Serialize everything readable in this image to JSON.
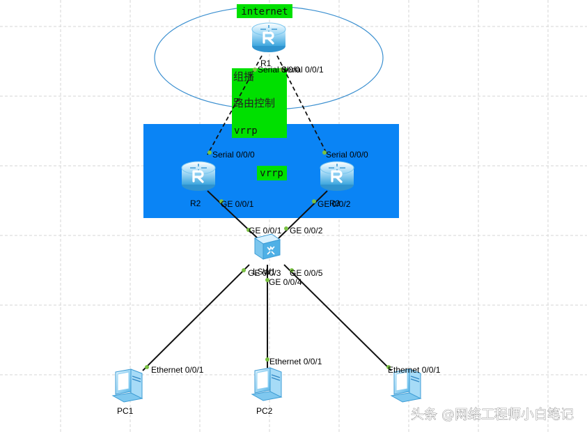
{
  "devices": {
    "r1": {
      "name": "R1",
      "group_label": "internet"
    },
    "r2": {
      "name": "R2"
    },
    "r3": {
      "name": "R3"
    },
    "lsw1": {
      "name": "LSW1"
    },
    "pc1": {
      "name": "PC1"
    },
    "pc2": {
      "name": "PC2"
    }
  },
  "labels": {
    "multicast": "组播",
    "routing_control": "路由控制",
    "vrrp_tag": "vrrp",
    "vrrp_zone": "vrrp"
  },
  "interfaces": {
    "r1_s000": "Serial 0/0/0",
    "r1_s001": "Serial 0/0/1",
    "r2_s000": "Serial 0/0/0",
    "r3_s000": "Serial 0/0/0",
    "r2_ge001": "GE 0/0/1",
    "r3_ge002": "GE 0/0/2",
    "sw_ge001": "GE 0/0/1",
    "sw_ge002": "GE 0/0/2",
    "sw_ge003": "GE 0/0/3",
    "sw_ge004": "GE 0/0/4",
    "sw_ge005": "GE 0/0/5",
    "pc1_eth": "Ethernet 0/0/1",
    "pc2_eth": "Ethernet 0/0/1",
    "pc3_eth": "Ethernet 0/0/1"
  },
  "watermark": "头条 @网络工程师小白笔记",
  "colors": {
    "vrrp_zone": "#0a84f5",
    "highlight": "#00e000",
    "router_body": "#4fb5e8",
    "ellipse": "#3a8fd0",
    "port_dot": "#7ac143"
  }
}
